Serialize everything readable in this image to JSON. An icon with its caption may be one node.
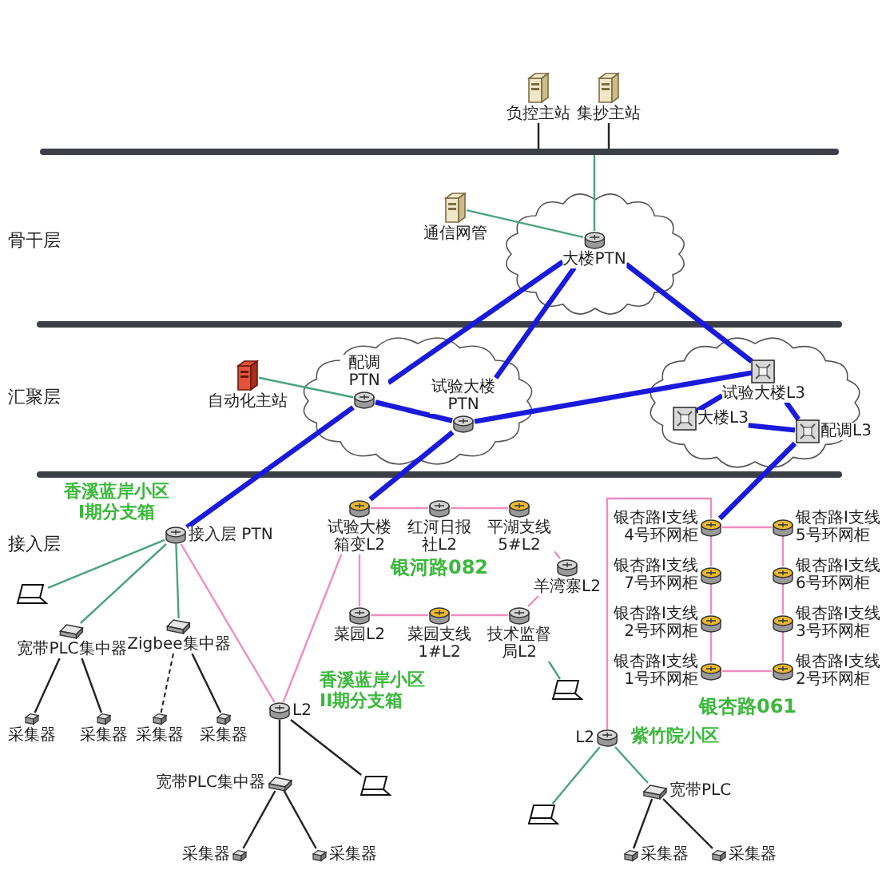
{
  "diagram": {
    "nodes": [
      {
        "text": [],
        "shape": "bar"
      },
      {
        "text": [
          "负控主站"
        ]
      },
      {
        "text": [
          "集抄主站"
        ]
      },
      {
        "text": [
          "通信网管"
        ]
      },
      {
        "text": [
          "自动化主站"
        ]
      },
      {
        "text": [],
        "shape": "cloud"
      },
      {
        "text": [
          "大楼PTN"
        ],
        "in": 5
      },
      {
        "text": [],
        "shape": "cloud"
      },
      {
        "text": [
          "配调 PTN"
        ],
        "in": 7
      },
      {
        "text": [
          "试验大楼 PTN"
        ],
        "in": 7
      },
      {
        "text": [],
        "shape": "cloud"
      },
      {
        "text": [
          "试验大楼L3"
        ],
        "in": 10
      },
      {
        "text": [
          "大楼L3"
        ],
        "in": 10
      },
      {
        "text": [
          "配调L3"
        ],
        "in": 10
      },
      {
        "text": [
          "接入层 PTN"
        ]
      },
      {
        "text": [],
        "shape": "laptop"
      },
      {
        "text": [
          "宽带PLC集中器"
        ]
      },
      {
        "text": [
          "Zigbee集中器"
        ]
      },
      {
        "text": [
          "采集器"
        ]
      },
      {
        "text": [
          "采集器"
        ]
      },
      {
        "text": [
          "采集器"
        ]
      },
      {
        "text": [
          "采集器"
        ]
      },
      {
        "text": [
          "L2"
        ]
      },
      {
        "text": [
          "试验大楼箱变L2"
        ]
      },
      {
        "text": [
          "红河日报社L2"
        ]
      },
      {
        "text": [
          "平湖支线5#L2"
        ]
      },
      {
        "text": [
          "羊湾寨L2"
        ]
      },
      {
        "text": [
          "技术监督局L2"
        ]
      },
      {
        "text": [
          "菜园支线1#L2"
        ]
      },
      {
        "text": [
          "菜园L2"
        ]
      },
      {
        "text": [],
        "shape": "laptop"
      },
      {
        "text": [
          "宽带PLC集中器"
        ]
      },
      {
        "text": [
          "采集器"
        ]
      },
      {
        "text": [
          "采集器"
        ]
      },
      {
        "text": [],
        "shape": "laptop"
      },
      {
        "text": [
          "L2"
        ]
      },
      {
        "text": [],
        "shape": "laptop"
      },
      {
        "text": [
          "宽带PLC"
        ]
      },
      {
        "text": [
          "采集器"
        ]
      },
      {
        "text": [
          "采集器"
        ]
      },
      {
        "text": [
          "银杏路I支线4号环网柜"
        ]
      },
      {
        "text": [
          "银杏路I支线7号环网柜"
        ]
      },
      {
        "text": [
          "银杏路I支线2号环网柜"
        ]
      },
      {
        "text": [
          "银杏路I支线1号环网柜"
        ]
      },
      {
        "text": [
          "银杏路I支线5号环网柜"
        ]
      },
      {
        "text": [
          "银杏路I支线6号环网柜"
        ]
      },
      {
        "text": [
          "银杏路I支线3号环网柜"
        ]
      },
      {
        "text": [
          "银杏路I支线2号环网柜"
        ]
      }
    ],
    "edges": [
      {
        "from": 1,
        "to": 0,
        "arrow": "none",
        "color": "#222222"
      },
      {
        "from": 2,
        "to": 0,
        "arrow": "none",
        "color": "#222222"
      },
      {
        "from": 0,
        "to": 6,
        "arrow": "none",
        "color": "#4aa37d"
      },
      {
        "from": 3,
        "to": 6,
        "arrow": "none",
        "color": "#4aa37d"
      },
      {
        "from": 4,
        "to": 8,
        "arrow": "none",
        "color": "#4aa37d"
      },
      {
        "from": 6,
        "to": 8,
        "arrow": "none",
        "style": "thick",
        "color": "#1a1adb"
      },
      {
        "from": 6,
        "to": 9,
        "arrow": "none",
        "style": "thick",
        "color": "#1a1adb"
      },
      {
        "from": 6,
        "to": 11,
        "arrow": "none",
        "style": "thick",
        "color": "#1a1adb"
      },
      {
        "from": 8,
        "to": 9,
        "arrow": "none",
        "style": "thick",
        "color": "#1a1adb"
      },
      {
        "from": 9,
        "to": 11,
        "arrow": "none",
        "style": "thick",
        "color": "#1a1adb"
      },
      {
        "from": 11,
        "to": 12,
        "arrow": "none",
        "style": "thick",
        "color": "#1a1adb"
      },
      {
        "from": 12,
        "to": 13,
        "arrow": "none",
        "style": "thick",
        "color": "#1a1adb"
      },
      {
        "from": 11,
        "to": 13,
        "arrow": "none",
        "style": "thick",
        "color": "#1a1adb"
      },
      {
        "from": 8,
        "to": 14,
        "arrow": "none",
        "style": "thick",
        "color": "#1a1adb"
      },
      {
        "from": 9,
        "to": 23,
        "arrow": "none",
        "style": "thick",
        "color": "#1a1adb"
      },
      {
        "from": 13,
        "to": 40,
        "arrow": "none",
        "style": "thick",
        "color": "#1a1adb"
      },
      {
        "from": 14,
        "to": 15,
        "arrow": "none",
        "color": "#4aa37d"
      },
      {
        "from": 14,
        "to": 16,
        "arrow": "none",
        "color": "#4aa37d"
      },
      {
        "from": 14,
        "to": 17,
        "arrow": "none",
        "color": "#4aa37d"
      },
      {
        "from": 16,
        "to": 18,
        "arrow": "none",
        "color": "#222222"
      },
      {
        "from": 16,
        "to": 19,
        "arrow": "none",
        "color": "#222222"
      },
      {
        "from": 17,
        "to": 20,
        "arrow": "none",
        "style": "dashed",
        "color": "#222222"
      },
      {
        "from": 17,
        "to": 21,
        "arrow": "none",
        "color": "#222222"
      },
      {
        "from": 14,
        "to": 22,
        "arrow": "none"
      },
      {
        "from": 22,
        "to": 23,
        "arrow": "none"
      },
      {
        "from": 23,
        "to": 24,
        "arrow": "none"
      },
      {
        "from": 24,
        "to": 25,
        "arrow": "none"
      },
      {
        "from": 25,
        "to": 26,
        "arrow": "none"
      },
      {
        "from": 26,
        "to": 27,
        "arrow": "none"
      },
      {
        "from": 27,
        "to": 28,
        "arrow": "none"
      },
      {
        "from": 28,
        "to": 29,
        "arrow": "none"
      },
      {
        "from": 29,
        "to": 23,
        "arrow": "none"
      },
      {
        "from": 27,
        "to": 30,
        "arrow": "none",
        "color": "#4aa37d"
      },
      {
        "from": 22,
        "to": 34,
        "arrow": "none",
        "color": "#222222"
      },
      {
        "from": 22,
        "to": 31,
        "arrow": "none",
        "color": "#222222"
      },
      {
        "from": 31,
        "to": 32,
        "arrow": "none",
        "color": "#222222"
      },
      {
        "from": 31,
        "to": 33,
        "arrow": "none",
        "color": "#222222"
      },
      {
        "from": 35,
        "to": 40,
        "arrow": "none"
      },
      {
        "from": 35,
        "to": 36,
        "arrow": "none",
        "color": "#4aa37d"
      },
      {
        "from": 35,
        "to": 37,
        "arrow": "none",
        "color": "#4aa37d"
      },
      {
        "from": 37,
        "to": 38,
        "arrow": "none",
        "color": "#222222"
      },
      {
        "from": 37,
        "to": 39,
        "arrow": "none",
        "color": "#222222"
      },
      {
        "from": 40,
        "to": 44,
        "arrow": "none"
      },
      {
        "from": 44,
        "to": 45,
        "arrow": "none"
      },
      {
        "from": 45,
        "to": 46,
        "arrow": "none"
      },
      {
        "from": 46,
        "to": 47,
        "arrow": "none"
      },
      {
        "from": 47,
        "to": 43,
        "arrow": "none"
      },
      {
        "from": 43,
        "to": 42,
        "arrow": "none"
      },
      {
        "from": 42,
        "to": 41,
        "arrow": "none"
      },
      {
        "from": 41,
        "to": 40,
        "arrow": "none"
      }
    ],
    "labels": [
      "骨干层",
      "汇聚层",
      "接入层",
      "香溪蓝岸小区I期分支箱",
      "香溪蓝岸小区II期分支箱",
      "银河路082",
      "紫竹院小区",
      "银杏路061"
    ]
  }
}
